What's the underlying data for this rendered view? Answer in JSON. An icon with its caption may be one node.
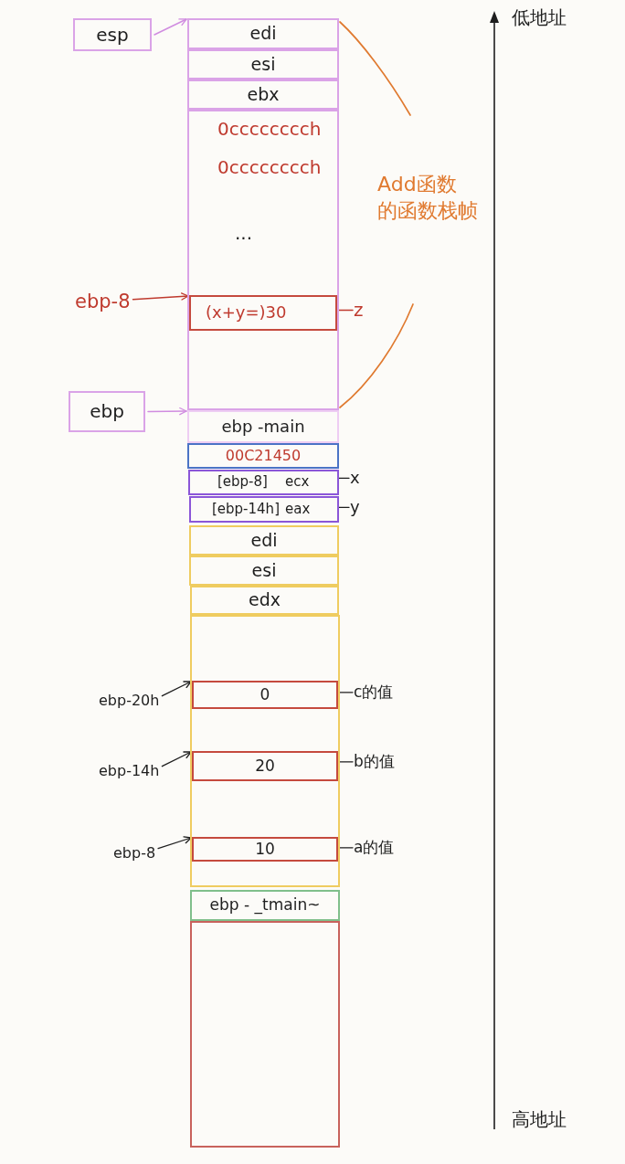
{
  "diagram": {
    "nodes": [
      {
        "text": [
          "esp"
        ]
      },
      {
        "text": [
          "edi"
        ]
      },
      {
        "text": [
          "esi"
        ]
      },
      {
        "text": [
          "ebx"
        ]
      },
      {
        "text": [
          "0cccccccch",
          "0cccccccch",
          "..."
        ]
      },
      {
        "text": [
          "(x+y=)30"
        ],
        "in": 4
      },
      {
        "text": [
          "ebp-8"
        ]
      },
      {
        "text": [
          "z"
        ]
      },
      {
        "text": [
          "ebp"
        ]
      },
      {
        "text": [
          "ebp -main"
        ]
      },
      {
        "text": [
          "00C21450"
        ]
      },
      {
        "text": [
          "[ebp-8]",
          "ecx"
        ]
      },
      {
        "text": [
          "x"
        ]
      },
      {
        "text": [
          "[ebp-14h]",
          "eax"
        ]
      },
      {
        "text": [
          "y"
        ]
      },
      {
        "text": [
          "edi"
        ]
      },
      {
        "text": [
          "esi"
        ]
      },
      {
        "text": [
          "edx"
        ]
      },
      {
        "text": [],
        "shape": "box"
      },
      {
        "text": [
          "ebp-20h"
        ]
      },
      {
        "text": [
          "0"
        ],
        "in": 18
      },
      {
        "text": [
          "c的值"
        ]
      },
      {
        "text": [
          "ebp-14h"
        ]
      },
      {
        "text": [
          "20"
        ],
        "in": 18
      },
      {
        "text": [
          "b的值"
        ]
      },
      {
        "text": [
          "ebp-8"
        ]
      },
      {
        "text": [
          "10"
        ],
        "in": 18
      },
      {
        "text": [
          "a的值"
        ]
      },
      {
        "text": [
          "ebp - _tmain~"
        ]
      },
      {
        "text": [],
        "shape": "box"
      }
    ],
    "edges": [
      {
        "from": 0,
        "to": 1,
        "arrow": "to",
        "color": "#d08ce0"
      },
      {
        "from": 6,
        "to": 5,
        "arrow": "to",
        "color": "#bf3a2e"
      },
      {
        "from": 7,
        "to": 5,
        "arrow": "none",
        "color": "#bf3a2e"
      },
      {
        "from": 8,
        "to": 9,
        "arrow": "to",
        "color": "#d08ce0"
      },
      {
        "from": 12,
        "to": 11,
        "arrow": "none"
      },
      {
        "from": 14,
        "to": 13,
        "arrow": "none"
      },
      {
        "from": 19,
        "to": 20,
        "arrow": "to"
      },
      {
        "from": 21,
        "to": 20,
        "arrow": "none"
      },
      {
        "from": 22,
        "to": 23,
        "arrow": "to"
      },
      {
        "from": 24,
        "to": 23,
        "arrow": "none"
      },
      {
        "from": 25,
        "to": 26,
        "arrow": "to"
      },
      {
        "from": 27,
        "to": 26,
        "arrow": "none"
      }
    ],
    "labels": [
      "低地址",
      "Add函数的函数栈帧",
      "高地址"
    ]
  }
}
